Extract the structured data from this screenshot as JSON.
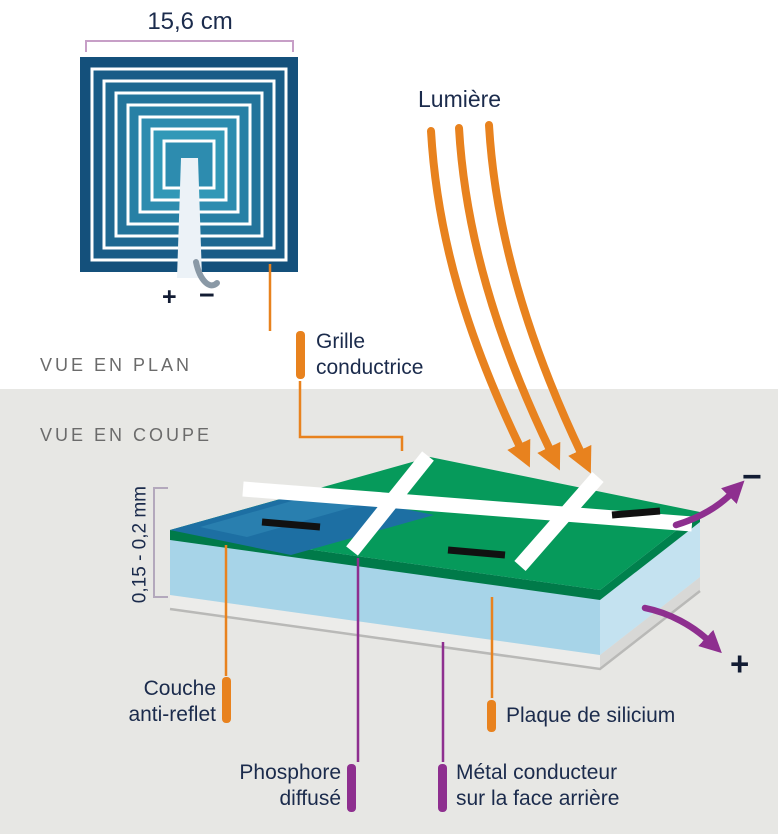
{
  "plan": {
    "dimension": "15,6 cm",
    "view_label": "VUE EN PLAN",
    "plus": "+",
    "minus": "−"
  },
  "light": {
    "label": "Lumière"
  },
  "grille": {
    "line1": "Grille",
    "line2": "conductrice"
  },
  "coupe": {
    "view_label": "VUE EN COUPE",
    "thickness": "0,15 - 0,2 mm",
    "minus": "−",
    "plus": "+"
  },
  "callouts": {
    "anti_reflet": {
      "line1": "Couche",
      "line2": "anti-reflet"
    },
    "phosphore": {
      "line1": "Phosphore",
      "line2": "diffusé"
    },
    "silicium": {
      "label": "Plaque de silicium"
    },
    "metal": {
      "line1": "Métal conducteur",
      "line2": "sur la face arrière"
    }
  },
  "colors": {
    "orange": "#E8821E",
    "purple": "#8E2F8F",
    "navy": "#1B2B4C",
    "green_top": "#069A5B",
    "silicon_blue": "#A7D4E8",
    "plan_blue": "#1D6FA3",
    "background_gray": "#E7E7E4"
  }
}
